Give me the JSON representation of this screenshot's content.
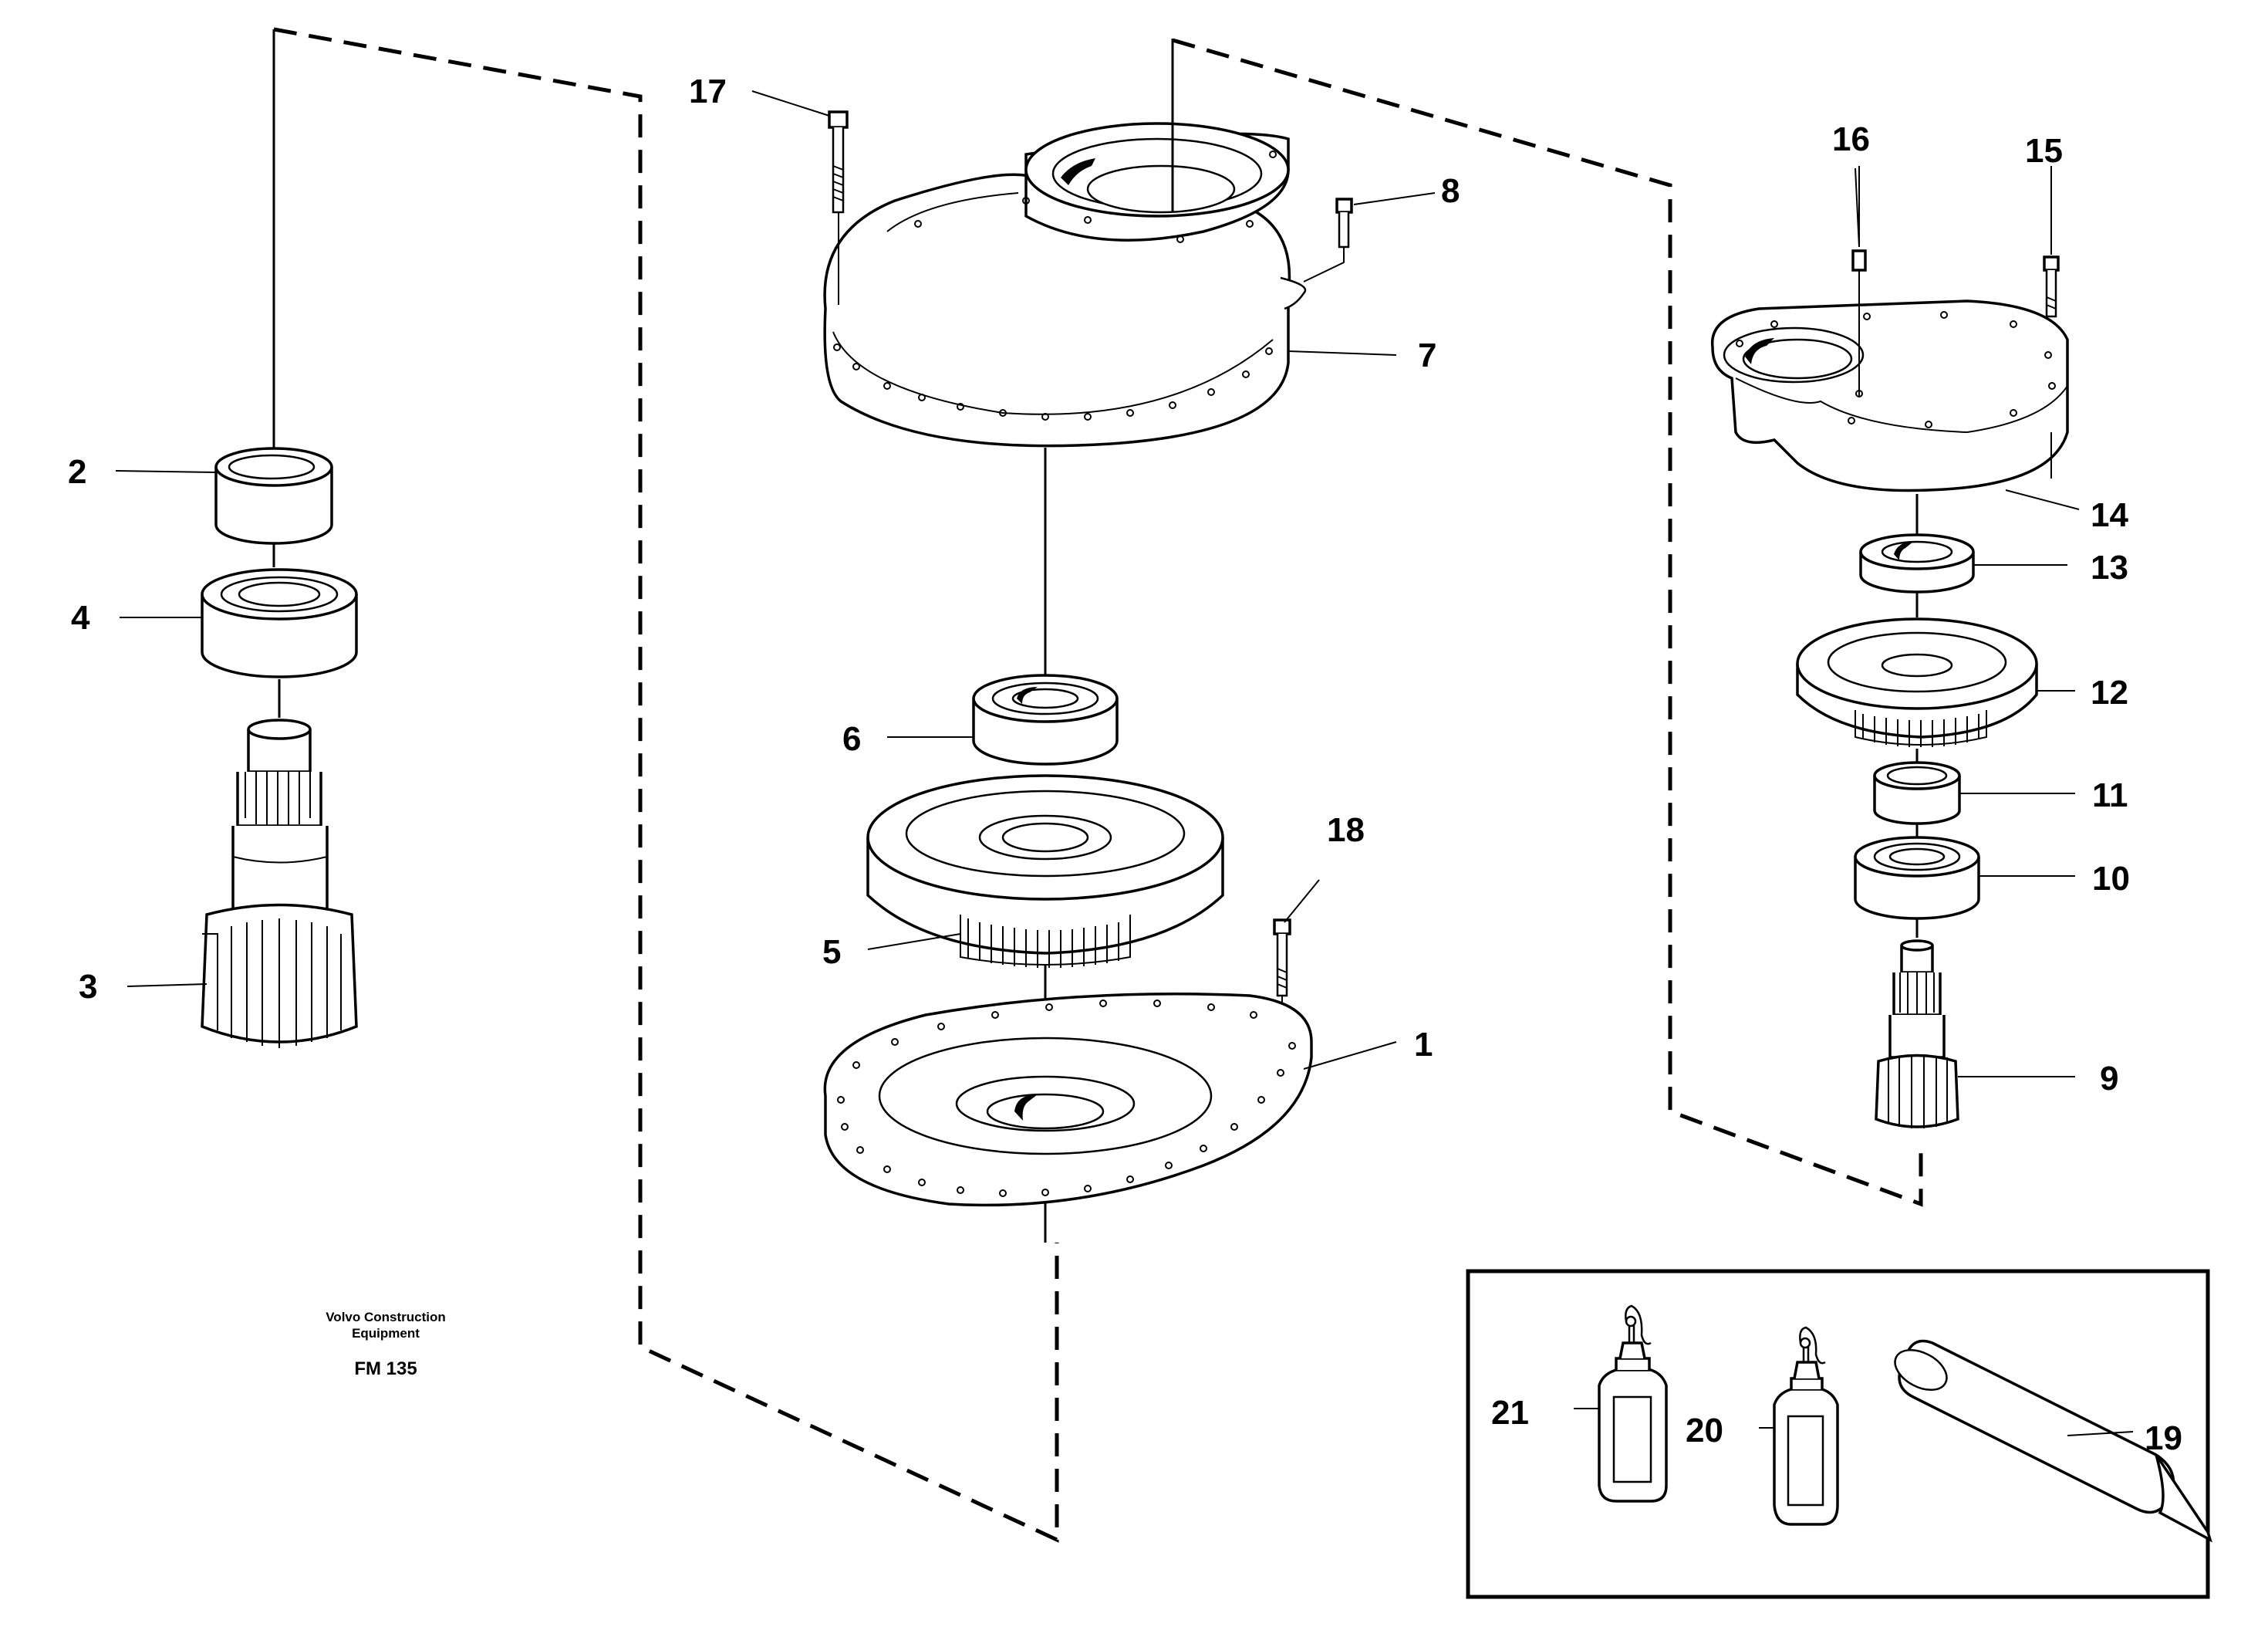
{
  "diagram": {
    "publisher_line1": "Volvo Construction",
    "publisher_line2": "Equipment",
    "model": "FM 135",
    "callouts": [
      {
        "id": "1",
        "part": "housing-base"
      },
      {
        "id": "2",
        "part": "bushing"
      },
      {
        "id": "3",
        "part": "pinion-shaft"
      },
      {
        "id": "4",
        "part": "bearing"
      },
      {
        "id": "5",
        "part": "gear"
      },
      {
        "id": "6",
        "part": "bearing"
      },
      {
        "id": "7",
        "part": "gear-housing-cover"
      },
      {
        "id": "8",
        "part": "bolt"
      },
      {
        "id": "9",
        "part": "pinion-shaft"
      },
      {
        "id": "10",
        "part": "bearing"
      },
      {
        "id": "11",
        "part": "bushing"
      },
      {
        "id": "12",
        "part": "gear"
      },
      {
        "id": "13",
        "part": "bearing"
      },
      {
        "id": "14",
        "part": "cover"
      },
      {
        "id": "15",
        "part": "bolt"
      },
      {
        "id": "16",
        "part": "pin"
      },
      {
        "id": "17",
        "part": "bolt"
      },
      {
        "id": "18",
        "part": "bolt"
      },
      {
        "id": "19",
        "part": "sealant-tube"
      },
      {
        "id": "20",
        "part": "locking-fluid-bottle"
      },
      {
        "id": "21",
        "part": "locking-fluid-bottle"
      }
    ]
  }
}
